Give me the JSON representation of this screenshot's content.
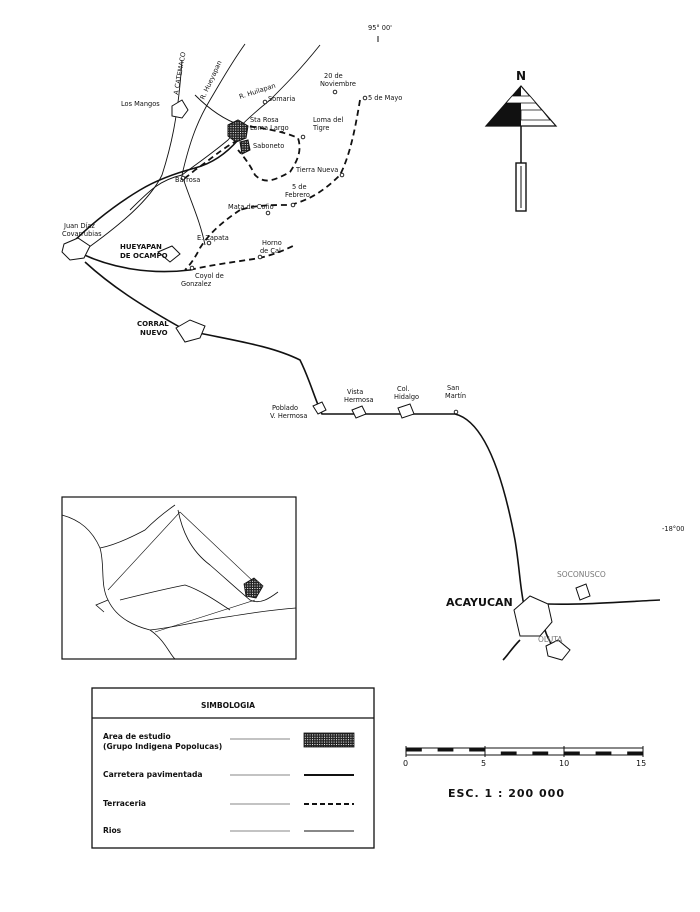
{
  "coords": {
    "longitude": "95° 00'",
    "latitude": "-18°00"
  },
  "north_arrow": {
    "label": "N"
  },
  "places": {
    "catemaco": "A CATEMACO",
    "r_hueyapan": "R. Hueyapan",
    "r_huilapan": "R. Huilapan",
    "los_mangos": "Los Mangos",
    "somaria": "Somaria",
    "veinte_nov_1": "20 de",
    "veinte_nov_2": "Noviembre",
    "cinco_mayo": "5 de Mayo",
    "sta_rosa": "Sta Rosa",
    "loma_largo": "Loma Largo",
    "loma_tigre_1": "Loma del",
    "loma_tigre_2": "Tigre",
    "saboneto": "Saboneto",
    "tierra_nueva": "Tierra Nueva",
    "barrosa": "Barrosa",
    "cinco_feb_1": "5 de",
    "cinco_feb_2": "Febrero",
    "mata_cona": "Mata de Coño",
    "juan_diaz_1": "Juan Díaz",
    "juan_diaz_2": "Covarrubias",
    "e_zapata": "E. Zapata",
    "horno_1": "Horno",
    "horno_2": "de Cal",
    "hueyapan_1": "HUEYAPAN",
    "hueyapan_2": "DE OCAMPO",
    "coyol_1": "Coyol de",
    "coyol_2": "Gonzalez",
    "corral_1": "CORRAL",
    "corral_2": "NUEVO",
    "vista_1": "Vista",
    "vista_2": "Hermosa",
    "hidalgo_1": "Col.",
    "hidalgo_2": "Hidalgo",
    "san_martin_1": "San",
    "san_martin_2": "Martín",
    "poblado_1": "Poblado",
    "poblado_2": "V. Hermosa",
    "acayucan": "ACAYUCAN",
    "soconusco": "SOCONUSCO",
    "oluta": "OLUTA"
  },
  "legend": {
    "title": "SIMBOLOGIA",
    "items": [
      {
        "line1": "Area de estudio",
        "line2": "(Grupo Indigena Popolucas)"
      },
      {
        "line1": "Carretera pavimentada"
      },
      {
        "line1": "Terraceria"
      },
      {
        "line1": "Rios"
      }
    ]
  },
  "scale": {
    "ticks": [
      "0",
      "5",
      "10",
      "15"
    ],
    "label": "ESC.    1 : 200 000"
  }
}
